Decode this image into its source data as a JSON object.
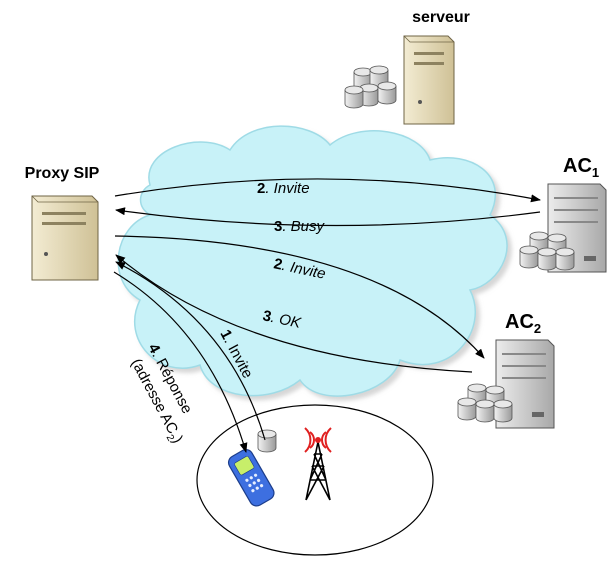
{
  "nodes": {
    "server": {
      "label": "serveur"
    },
    "proxy": {
      "label": "Proxy SIP"
    },
    "ac1": {
      "label": "AC",
      "sub": "1"
    },
    "ac2": {
      "label": "AC",
      "sub": "2"
    }
  },
  "messages": [
    {
      "num": "2",
      "text": ". Invite"
    },
    {
      "num": "3",
      "text": ". Busy"
    },
    {
      "num": "2",
      "text": ". Invite"
    },
    {
      "num": "3",
      "text": ". OK"
    },
    {
      "num": "1",
      "text": ". Invite"
    },
    {
      "num": "4",
      "text": ". Réponse",
      "line2": "(adresse AC",
      "line2_sub": "2",
      "line2_end": ")"
    }
  ],
  "colors": {
    "cloud": "#c8f2f8",
    "server_beige": "#e4d9b6",
    "server_gray": "#c9c9c9",
    "phone_blue": "#3d6fe0"
  }
}
